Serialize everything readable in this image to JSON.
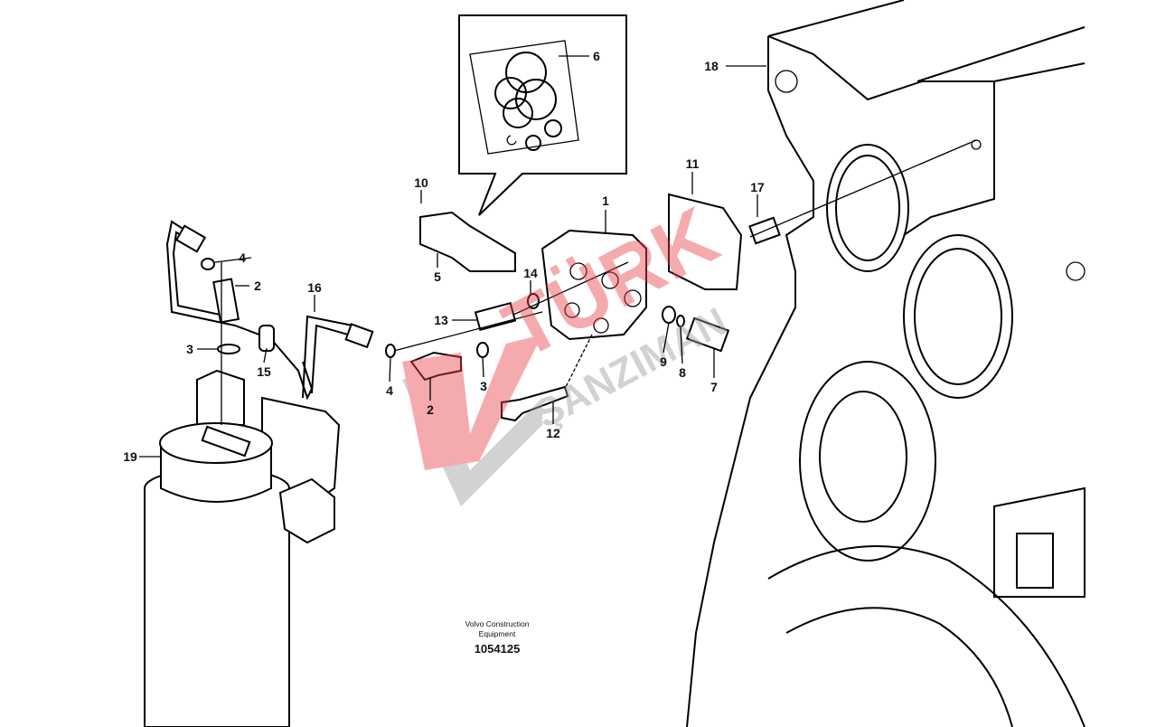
{
  "diagram": {
    "publisher_line1": "Volvo Construction",
    "publisher_line2": "Equipment",
    "drawing_number": "1054125",
    "watermark_text": "TÜRK ŞANZIMAN",
    "watermark_color": "#e8414b",
    "callouts": {
      "c1": "1",
      "c2a": "2",
      "c2b": "2",
      "c3a": "3",
      "c3b": "3",
      "c4a": "4",
      "c4b": "4",
      "c5": "5",
      "c6": "6",
      "c7": "7",
      "c8": "8",
      "c9": "9",
      "c10": "10",
      "c11": "11",
      "c12": "12",
      "c13": "13",
      "c14": "14",
      "c15": "15",
      "c16": "16",
      "c17": "17",
      "c18": "18",
      "c19": "19"
    }
  }
}
